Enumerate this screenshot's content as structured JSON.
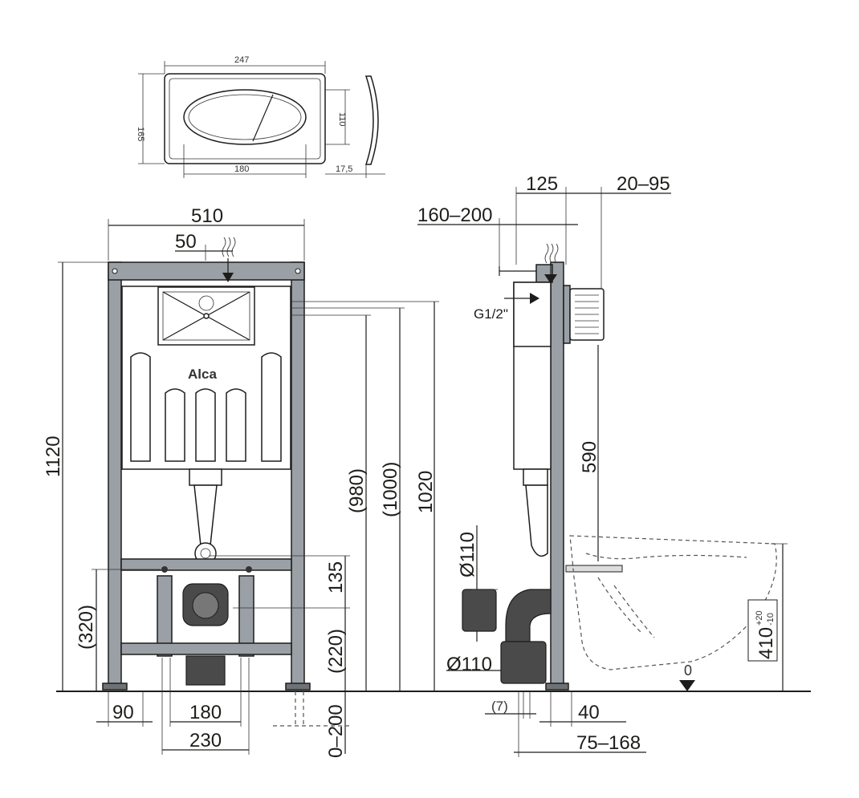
{
  "flush_plate": {
    "width": "247",
    "height": "165",
    "inner_height": "110",
    "inner_width": "180",
    "depth": "17,5"
  },
  "front": {
    "brand": "Alca",
    "width": "510",
    "offset_top": "50",
    "height_total": "1120",
    "h_980": "(980)",
    "h_1000": "(1000)",
    "h_1020": "1020",
    "h_320": "(320)",
    "h_135": "135",
    "h_220": "(220)",
    "w_90": "90",
    "w_180": "180",
    "w_230": "230",
    "adj_0_200": "0–200"
  },
  "side": {
    "d_125": "125",
    "d_20_95": "20–95",
    "d_160_200": "160–200",
    "g_half": "G1/2\"",
    "h_590": "590",
    "dia_110_top": "Ø110",
    "dia_110_bottom": "Ø110",
    "d_7": "(7)",
    "d_40": "40",
    "d_75_168": "75–168",
    "zero": "0",
    "h_410": "410",
    "tol_plus": "+20",
    "tol_minus": "-10"
  }
}
